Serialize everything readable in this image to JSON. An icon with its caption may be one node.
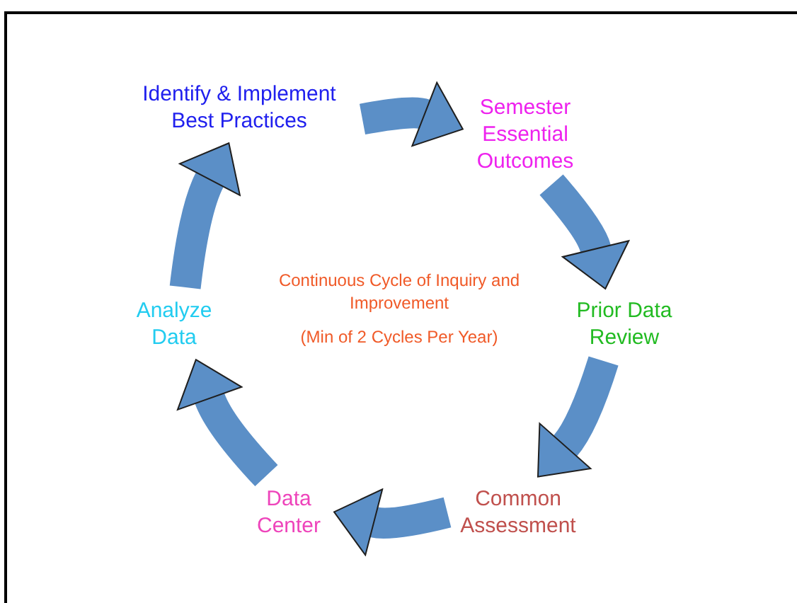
{
  "diagram": {
    "nodes": [
      {
        "text": [
          "Identify & Implement Best Practices"
        ]
      },
      {
        "text": [
          "Semester Essential Outcomes"
        ]
      },
      {
        "text": [
          "Prior Data Review"
        ]
      },
      {
        "text": [
          "Common Assessment"
        ]
      },
      {
        "text": [
          "Data Center"
        ]
      },
      {
        "text": [
          "Analyze Data"
        ]
      }
    ],
    "edges": [
      {
        "from": 0,
        "to": 1,
        "arrow": "to"
      },
      {
        "from": 1,
        "to": 2,
        "arrow": "to"
      },
      {
        "from": 2,
        "to": 3,
        "arrow": "to"
      },
      {
        "from": 3,
        "to": 4,
        "arrow": "to"
      },
      {
        "from": 4,
        "to": 5,
        "arrow": "to"
      },
      {
        "from": 5,
        "to": 0,
        "arrow": "to"
      }
    ],
    "labels": [
      "Continuous Cycle of Inquiry and Improvement",
      "(Min of 2 Cycles Per Year)"
    ]
  }
}
